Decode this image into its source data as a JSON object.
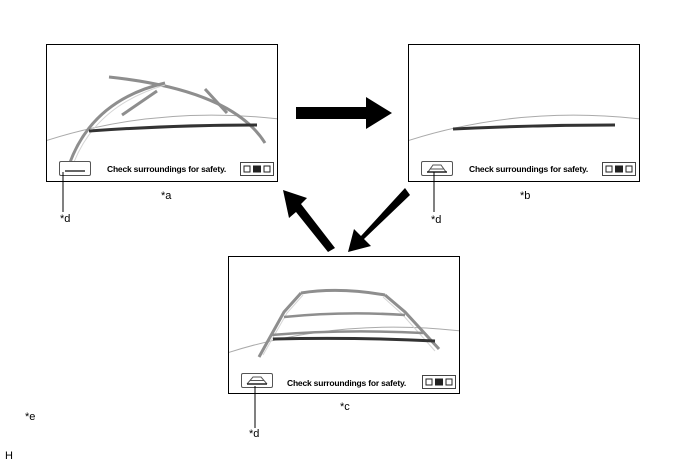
{
  "screens": [
    {
      "id": "a",
      "message": "Check surroundings for safety.",
      "label": "*a",
      "callout": "*d",
      "guide": "distance-and-course-lines"
    },
    {
      "id": "b",
      "message": "Check surroundings for safety.",
      "label": "*b",
      "callout": "*d",
      "guide": "distance-line-only"
    },
    {
      "id": "c",
      "message": "Check surroundings for safety.",
      "label": "*c",
      "callout": "*d",
      "guide": "predicted-course-lines"
    }
  ],
  "note_label": "*e",
  "figure_code": "H",
  "colors": {
    "guide_line_light": "#9a9a9a",
    "guide_line_dark": "#333333",
    "arrow": "#000000"
  },
  "icons": [
    "camera-mode-icon",
    "guide-mode-icon",
    "cycle-arrow-icon"
  ]
}
